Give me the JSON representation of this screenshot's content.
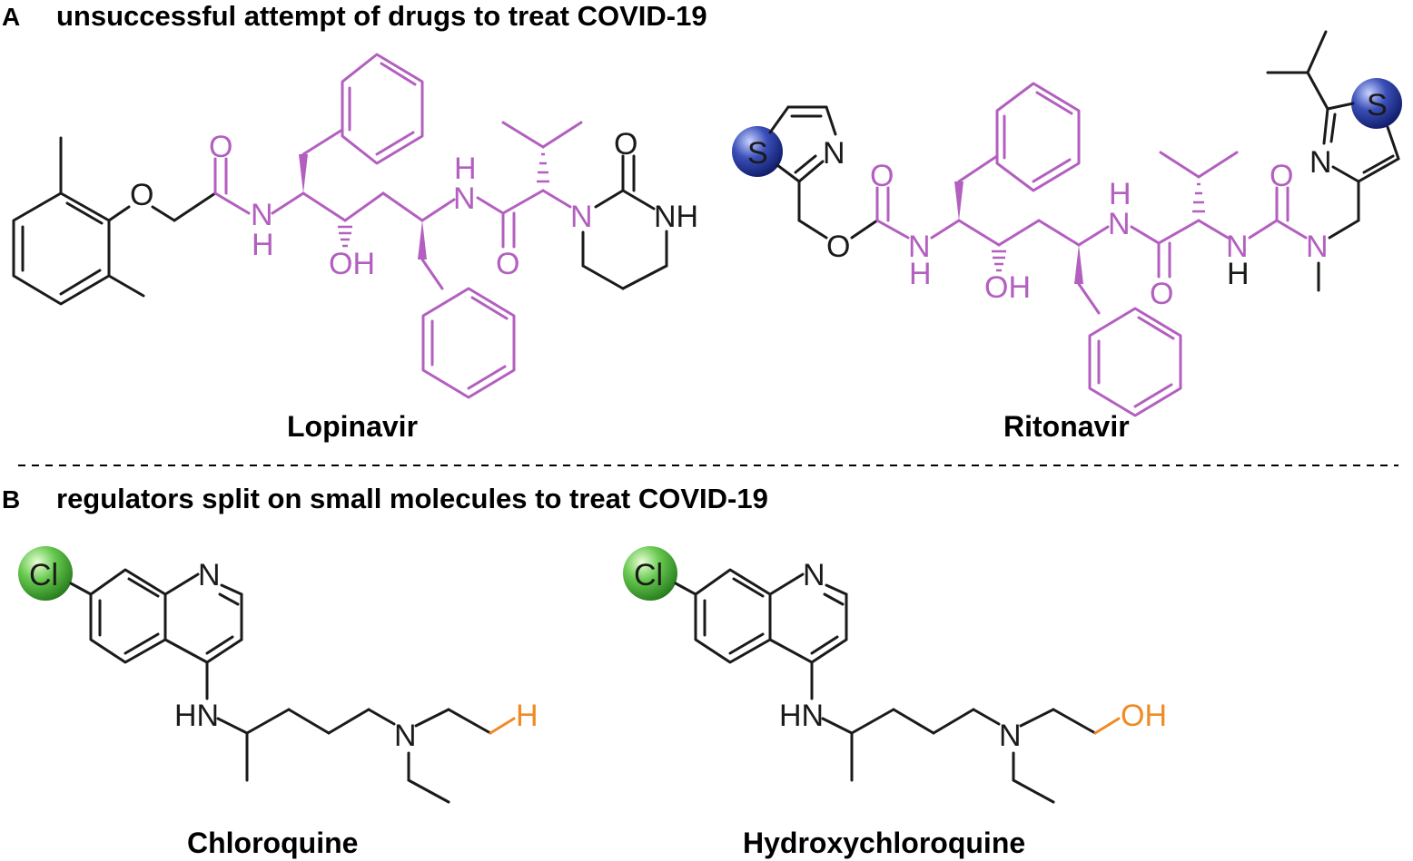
{
  "panel_a": {
    "letter": "A",
    "title": "unsuccessful attempt of drugs to treat COVID-19",
    "compounds": [
      {
        "name": "Lopinavir"
      },
      {
        "name": "Ritonavir"
      }
    ]
  },
  "panel_b": {
    "letter": "B",
    "title": "regulators split on small molecules to treat COVID-19",
    "compounds": [
      {
        "name": "Chloroquine"
      },
      {
        "name": "Hydroxychloroquine"
      }
    ]
  },
  "atom_labels": {
    "O": "O",
    "N": "N",
    "S": "S",
    "Cl": "Cl",
    "H": "H",
    "NH": "NH",
    "HN": "HN",
    "OH": "OH"
  },
  "colors": {
    "highlight_bonds": "#b35fbf",
    "core_bonds": "#1a1a1a",
    "sulfur_sphere": "#2a3a9a",
    "chlorine_sphere": "#5cc04a",
    "terminal_group": "#f08a24"
  }
}
